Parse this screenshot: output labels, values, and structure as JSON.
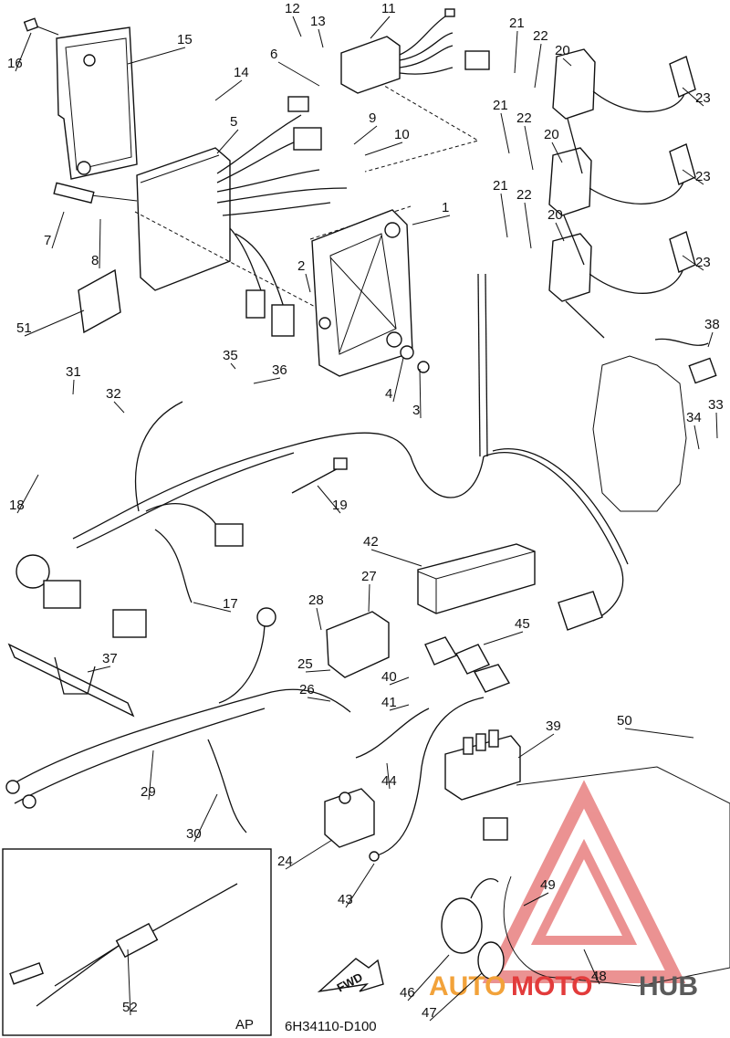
{
  "diagram_code": "6H34110-D100",
  "inset_label": "AP",
  "direction_label": "FWD",
  "watermark": {
    "text_a": "AUTO",
    "text_b": "MOTO",
    "text_c": "HUB",
    "color_orange": "#f2a23a",
    "color_red": "#e23b3b",
    "color_grey": "#5a5a5a"
  },
  "callouts": [
    "1",
    "2",
    "3",
    "4",
    "5",
    "6",
    "7",
    "8",
    "9",
    "10",
    "11",
    "12",
    "13",
    "14",
    "15",
    "16",
    "17",
    "18",
    "19",
    "20",
    "20",
    "20",
    "21",
    "21",
    "21",
    "22",
    "22",
    "22",
    "23",
    "23",
    "23",
    "24",
    "25",
    "26",
    "27",
    "28",
    "29",
    "30",
    "31",
    "32",
    "33",
    "34",
    "35",
    "36",
    "37",
    "38",
    "39",
    "40",
    "41",
    "42",
    "43",
    "44",
    "45",
    "46",
    "47",
    "48",
    "49",
    "50",
    "51",
    "52"
  ]
}
